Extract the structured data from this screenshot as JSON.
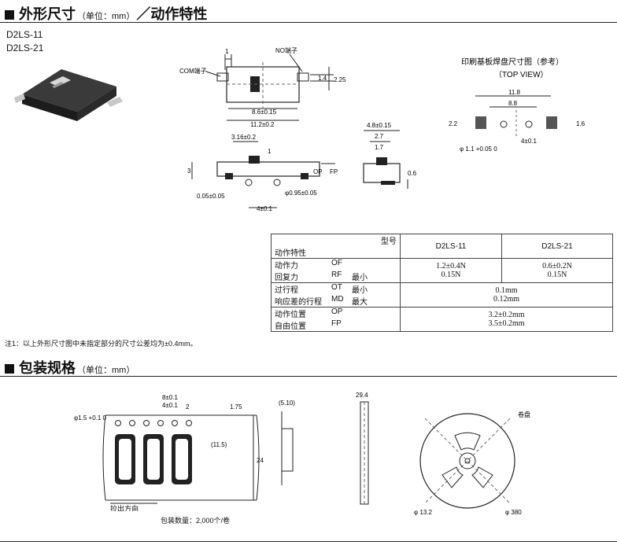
{
  "section1": {
    "title": "外形尺寸",
    "unit": "（单位：mm）",
    "rest": "／动作特性"
  },
  "models": [
    "D2LS-11",
    "D2LS-21"
  ],
  "drawing": {
    "com_terminal": "COM端子",
    "no_terminal": "NO端子",
    "dim_1": "1",
    "dim_1_4": "1.4",
    "dim_2_25": "2.25",
    "dim_8_6": "8.6±0.15",
    "dim_11_2": "11.2±0.2",
    "dim_4_8": "4.8±0.15",
    "dim_2_7": "2.7",
    "dim_1_7": "1.7",
    "dim_0_6": "0.6",
    "dim_3_16": "3.16±0.2",
    "dim_3": "3",
    "op": "OP",
    "fp": "FP",
    "dim_0_05": "0.05±0.05",
    "dim_phi_0_95": "φ0.95±0.05",
    "dim_4": "4±0.1",
    "pcb_title": "印刷基板焊盘尺寸图（参考）",
    "pcb_view": "（TOP VIEW）",
    "pcb_11_8": "11.8",
    "pcb_8_8": "8.8",
    "pcb_2_2": "2.2",
    "pcb_1_6": "1.6",
    "pcb_phi": "φ 1.1 +0.05 0",
    "pcb_4": "4±0.1"
  },
  "spec_table": {
    "header_model": "型号",
    "header_char": "动作特性",
    "col1": "D2LS-11",
    "col2": "D2LS-21",
    "rows": [
      {
        "l1": "动作力",
        "c1": "OF",
        "d1": "",
        "l2": "回复力",
        "c2": "RF",
        "d2": "最小",
        "v11": "1.2±0.4N",
        "v12": "0.15N",
        "v21": "0.6±0.2N",
        "v22": "0.15N"
      },
      {
        "l1": "过行程",
        "c1": "OT",
        "d1": "最小",
        "l2": "响应差的行程",
        "c2": "MD",
        "d2": "最大",
        "v1": "0.1mm",
        "v2": "0.12mm"
      },
      {
        "l1": "动作位置",
        "c1": "OP",
        "d1": "",
        "l2": "自由位置",
        "c2": "FP",
        "d2": "",
        "v1": "3.2±0.2mm",
        "v2": "3.5±0.2mm"
      }
    ]
  },
  "note": "注1：以上外形尺寸图中未指定部分的尺寸公差均为±0.4mm。",
  "section2": {
    "title": "包装规格",
    "unit": "（单位：mm）"
  },
  "packaging": {
    "phi_1_5": "φ1.5 +0.1 0",
    "dim_8": "8±0.1",
    "dim_4": "4±0.1",
    "dim_2": "2",
    "dim_1_75": "1.75",
    "dim_11_5": "(11.5)",
    "dim_24": "24",
    "pull_dir": "拉出方向",
    "dim_5_10": "(5.10)",
    "dim_29_4": "29.4",
    "reel": "卷盘",
    "phi_13_2": "φ 13.2",
    "phi_380": "φ 380",
    "qty": "包装数量：2,000个/卷"
  }
}
